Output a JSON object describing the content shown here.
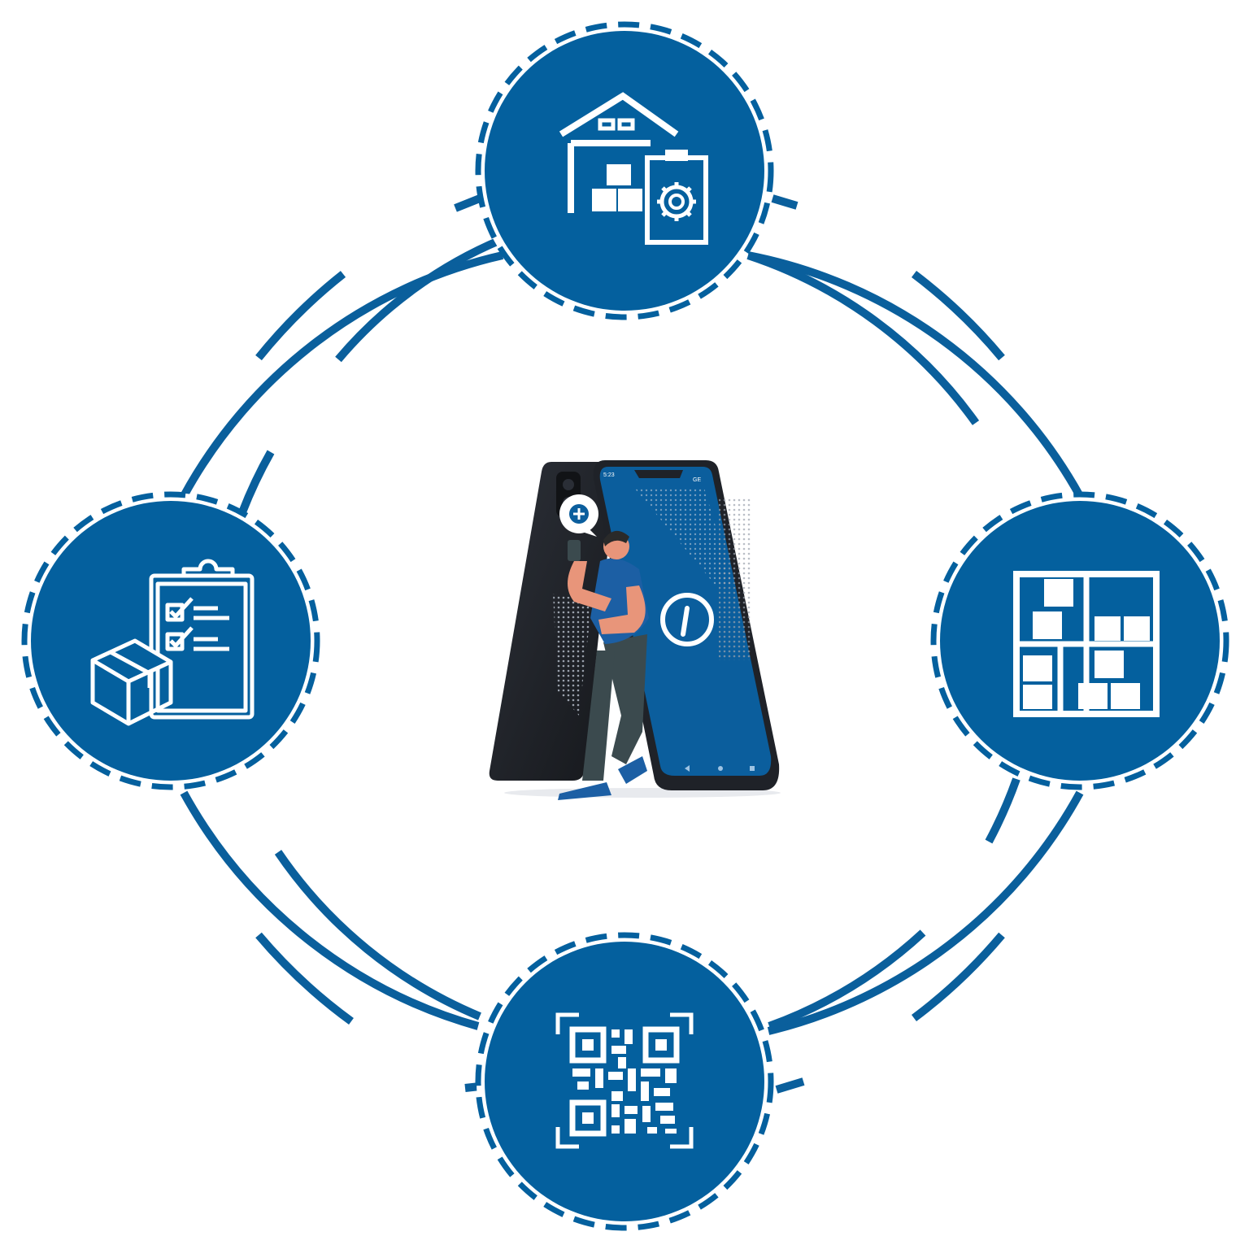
{
  "diagram": {
    "kind": "circular-cycle",
    "colors": {
      "primary": "#04609e",
      "ring_stroke": "#0a5f9c",
      "icon": "#ffffff",
      "background": "#ffffff",
      "phone_body": "#23262d",
      "skin": "#e8957a",
      "pants": "#3b4a4e"
    },
    "nodes": [
      {
        "name": "warehouse-management",
        "icon": "warehouse-clipboard-gear-icon"
      },
      {
        "name": "storage-shelving",
        "icon": "shelves-boxes-icon"
      },
      {
        "name": "qr-scanning",
        "icon": "qr-code-scan-icon"
      },
      {
        "name": "order-checklist",
        "icon": "clipboard-checklist-box-icon"
      }
    ],
    "center": {
      "illustration": "smartphone-with-person-icon",
      "status_time": "5:23",
      "status_right": "GE",
      "badge_icon": "plus-bubble-icon",
      "app_logo_icon": "app-logo-icon"
    }
  }
}
